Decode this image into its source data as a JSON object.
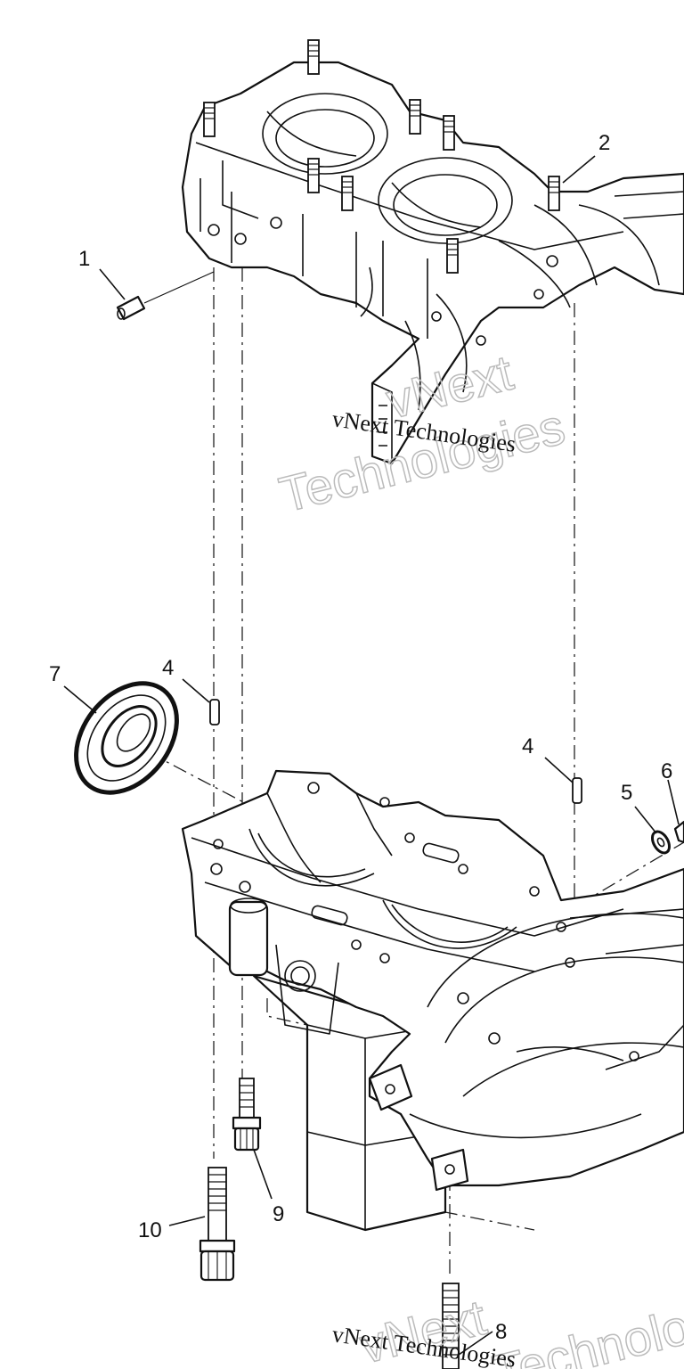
{
  "callouts": {
    "c1": "1",
    "c2": "2",
    "c4a": "4",
    "c4b": "4",
    "c5": "5",
    "c6": "6",
    "c7": "7",
    "c8": "8",
    "c9": "9",
    "c10": "10"
  },
  "watermark": {
    "top_serif": "vNext Technologies",
    "top_outline_a": "vNext",
    "top_outline_b": "Technologies",
    "bottom_serif": "vNext Technologies",
    "bottom_outline_a": "vNext",
    "bottom_outline_b": "Technologies"
  }
}
